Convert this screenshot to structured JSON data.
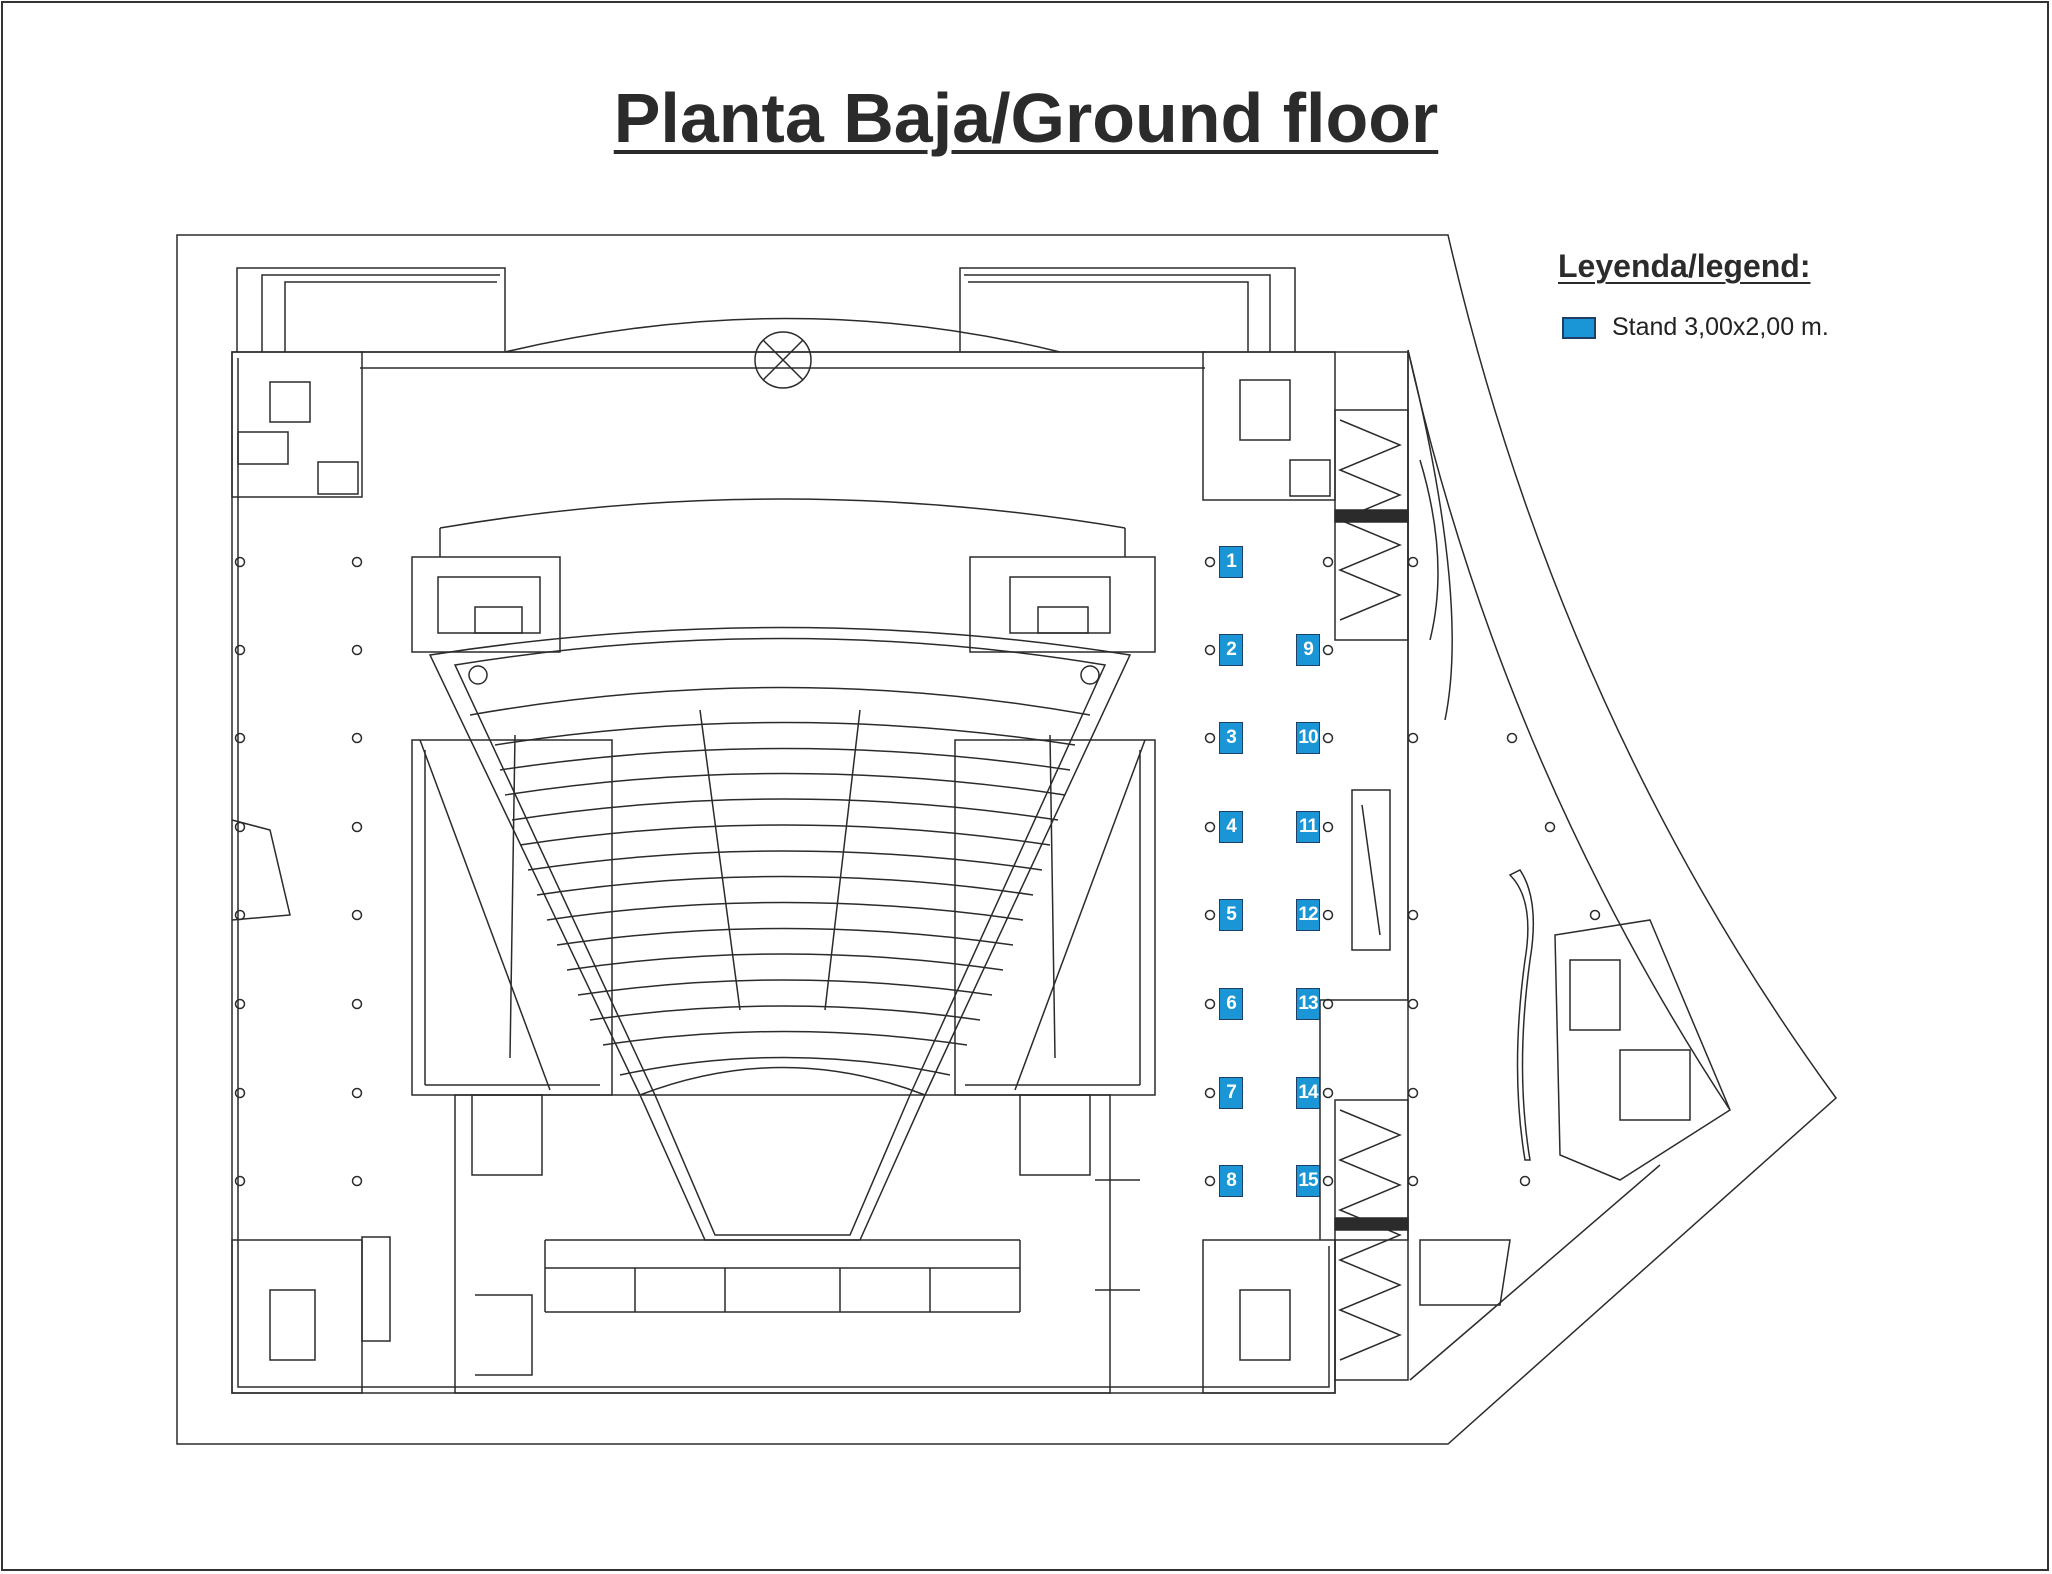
{
  "title": "Planta Baja/Ground floor",
  "legend": {
    "title": "Leyenda/legend:",
    "items": [
      {
        "label": "Stand 3,00x2,00 m.",
        "color": "#1a96d6"
      }
    ]
  },
  "stands": [
    "1",
    "2",
    "3",
    "4",
    "5",
    "6",
    "7",
    "8",
    "9",
    "10",
    "11",
    "12",
    "13",
    "14",
    "15"
  ],
  "colors": {
    "stand": "#1a96d6",
    "stand_border": "#1f3f66",
    "line": "#2b2b2b"
  }
}
